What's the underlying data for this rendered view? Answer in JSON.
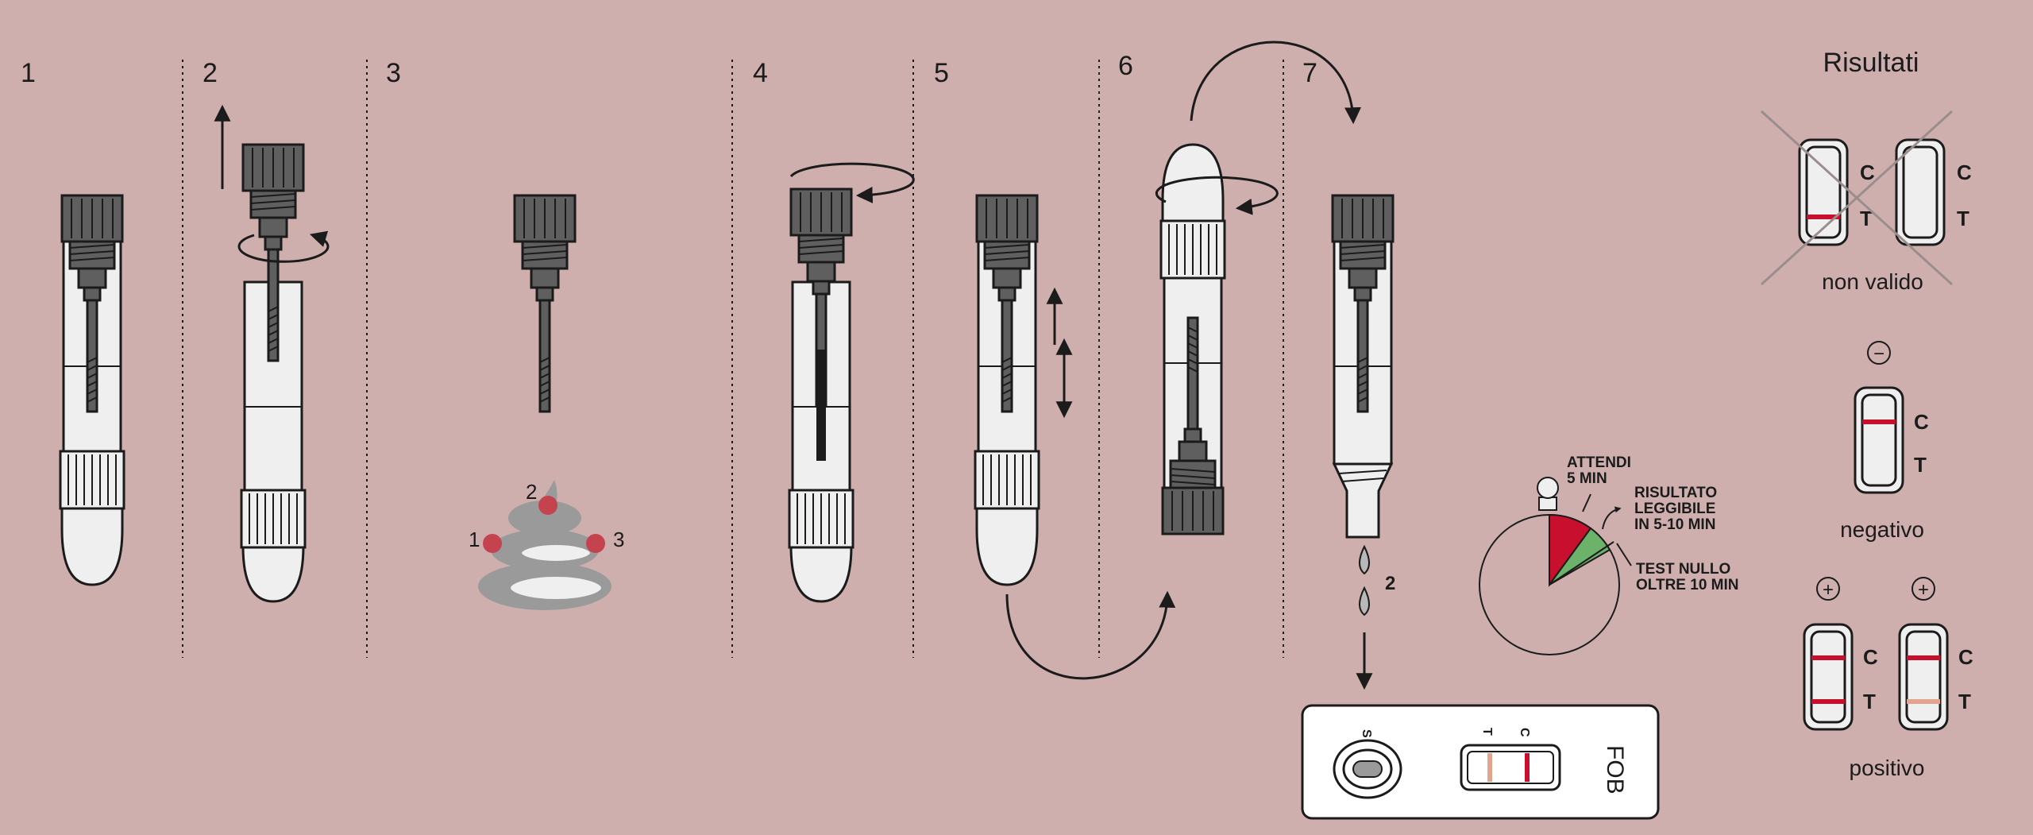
{
  "colors": {
    "background": "#CEAFAE",
    "cap": "#5f5f5f",
    "tube": "#efefef",
    "outline": "#1b1b1b",
    "red": "#C8102E",
    "pink_dot": "#C5424F",
    "green": "#6CB26A",
    "stool": "#9a9a9a",
    "faint_line": "#E2A48C"
  },
  "steps": [
    "1",
    "2",
    "3",
    "4",
    "5",
    "6",
    "7"
  ],
  "sample_points": [
    "1",
    "2",
    "3"
  ],
  "drops_count": "2",
  "timer": {
    "wait": [
      "ATTENDI",
      "5 MIN"
    ],
    "readable": [
      "RISULTATO",
      "LEGGIBILE",
      "IN 5-10 MIN"
    ],
    "null": [
      "TEST NULLO",
      "OLTRE 10 MIN"
    ]
  },
  "cassette": {
    "sample_label": "S",
    "t_label": "T",
    "c_label": "C",
    "name": "FOB"
  },
  "results": {
    "title": "Risultati",
    "c_label": "C",
    "t_label": "T",
    "invalid": "non valido",
    "negative": "negativo",
    "positive": "positivo",
    "minus": "−",
    "plus": "+"
  }
}
